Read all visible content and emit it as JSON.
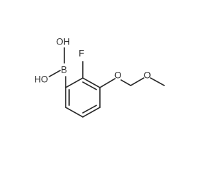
{
  "molecule": {
    "atoms": {
      "boron": "B",
      "hydroxyl_upper": "OH",
      "hydroxyl_lower": "HO",
      "fluorine": "F",
      "ether_oxygen_ring": "O",
      "ether_oxygen_chain": "O"
    },
    "colors": {
      "bond": "#2b2b2b",
      "label": "#2b2b2b",
      "background": "#ffffff"
    }
  }
}
